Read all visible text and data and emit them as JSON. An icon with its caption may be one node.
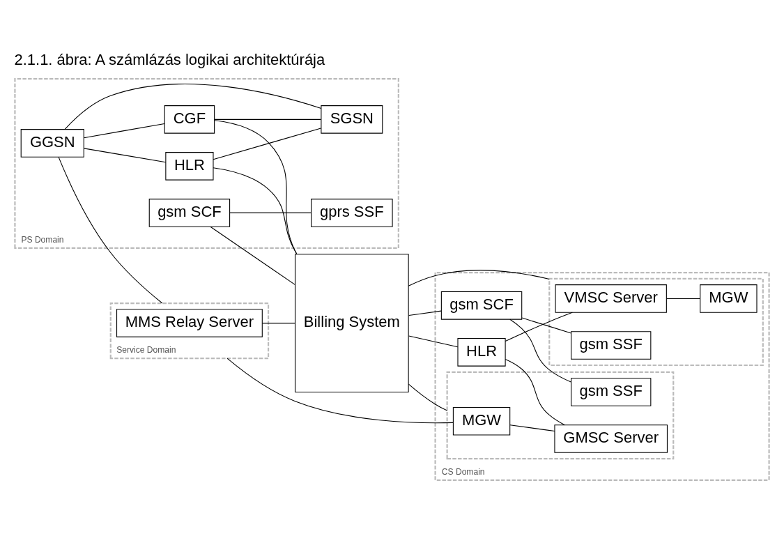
{
  "diagram": {
    "title": "2.1.1. ábra: A számlázás logikai architektúrája",
    "nodes": [
      {
        "text": [
          "Service Domain"
        ]
      },
      {
        "text": [
          "MMS Relay Server"
        ],
        "in": 0
      },
      {
        "text": [
          "PS Domain"
        ]
      },
      {
        "text": [
          "GGSN"
        ],
        "in": 2
      },
      {
        "text": [
          "HLR"
        ],
        "in": 2
      },
      {
        "text": [
          "CGF"
        ],
        "in": 2
      },
      {
        "text": [
          "gsm SCF"
        ],
        "in": 2
      },
      {
        "text": [
          "SGSN"
        ],
        "in": 2
      },
      {
        "text": [
          "gprs SSF"
        ],
        "in": 2
      },
      {
        "text": [
          "Billing System"
        ]
      },
      {
        "text": [
          "CS Domain"
        ]
      },
      {
        "text": [
          "HLR"
        ],
        "in": 10
      },
      {
        "text": [
          "gsm SCF"
        ],
        "in": 10
      },
      {
        "text": [],
        "shape": "box",
        "in": 10
      },
      {
        "text": [
          "MGW"
        ],
        "in": 13
      },
      {
        "text": [
          "gsm SSF"
        ],
        "in": 13
      },
      {
        "text": [
          "GMSC Server"
        ],
        "in": 13
      },
      {
        "text": [],
        "shape": "box",
        "in": 10
      },
      {
        "text": [
          "VMSC Server"
        ],
        "in": 17
      },
      {
        "text": [
          "MGW"
        ],
        "in": 17
      },
      {
        "text": [
          "gsm SSF"
        ],
        "in": 17
      }
    ],
    "edges": [
      {
        "from": 3,
        "to": 0,
        "arrow": "none"
      },
      {
        "from": 14,
        "to": 0,
        "arrow": "none"
      },
      {
        "from": 1,
        "to": 9,
        "arrow": "none"
      },
      {
        "from": 3,
        "to": 4,
        "arrow": "none"
      },
      {
        "from": 3,
        "to": 5,
        "arrow": "none"
      },
      {
        "from": 3,
        "to": 7,
        "arrow": "none"
      },
      {
        "from": 4,
        "to": 9,
        "arrow": "none"
      },
      {
        "from": 4,
        "to": 7,
        "arrow": "none"
      },
      {
        "from": 5,
        "to": 9,
        "arrow": "none"
      },
      {
        "from": 6,
        "to": 9,
        "arrow": "none"
      },
      {
        "from": 5,
        "to": 7,
        "arrow": "none"
      },
      {
        "from": 6,
        "to": 8,
        "arrow": "none"
      },
      {
        "from": 9,
        "to": 13,
        "arrow": "none"
      },
      {
        "from": 9,
        "to": 11,
        "arrow": "none"
      },
      {
        "from": 9,
        "to": 12,
        "arrow": "none"
      },
      {
        "from": 9,
        "to": 17,
        "arrow": "none"
      },
      {
        "from": 11,
        "to": 16,
        "arrow": "none"
      },
      {
        "from": 11,
        "to": 18,
        "arrow": "none"
      },
      {
        "from": 12,
        "to": 15,
        "arrow": "none"
      },
      {
        "from": 12,
        "to": 20,
        "arrow": "none"
      },
      {
        "from": 14,
        "to": 16,
        "arrow": "none"
      },
      {
        "from": 18,
        "to": 19,
        "arrow": "none"
      }
    ]
  }
}
